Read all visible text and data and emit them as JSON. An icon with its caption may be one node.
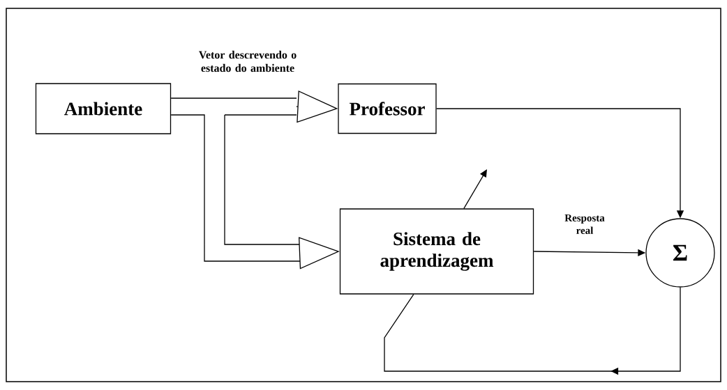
{
  "diagram": {
    "nodes": [
      {
        "text": [
          "Ambiente"
        ]
      },
      {
        "text": [
          "Professor"
        ]
      },
      {
        "text": [
          "Sistema de aprendizagem"
        ]
      },
      {
        "text": [
          "Σ"
        ]
      }
    ],
    "edges": [
      {
        "from": 0,
        "to": 1,
        "arrow": "to",
        "label": "Vetor descrevendo o estado do ambiente"
      },
      {
        "from": 0,
        "to": 2,
        "arrow": "to"
      },
      {
        "from": 1,
        "to": 3,
        "arrow": "to"
      },
      {
        "from": 2,
        "to": 3,
        "arrow": "to",
        "label": "Resposta real"
      },
      {
        "from": 3,
        "to": 2,
        "arrow": "to"
      },
      {
        "from": 2,
        "to": null,
        "arrow": "to"
      }
    ]
  }
}
